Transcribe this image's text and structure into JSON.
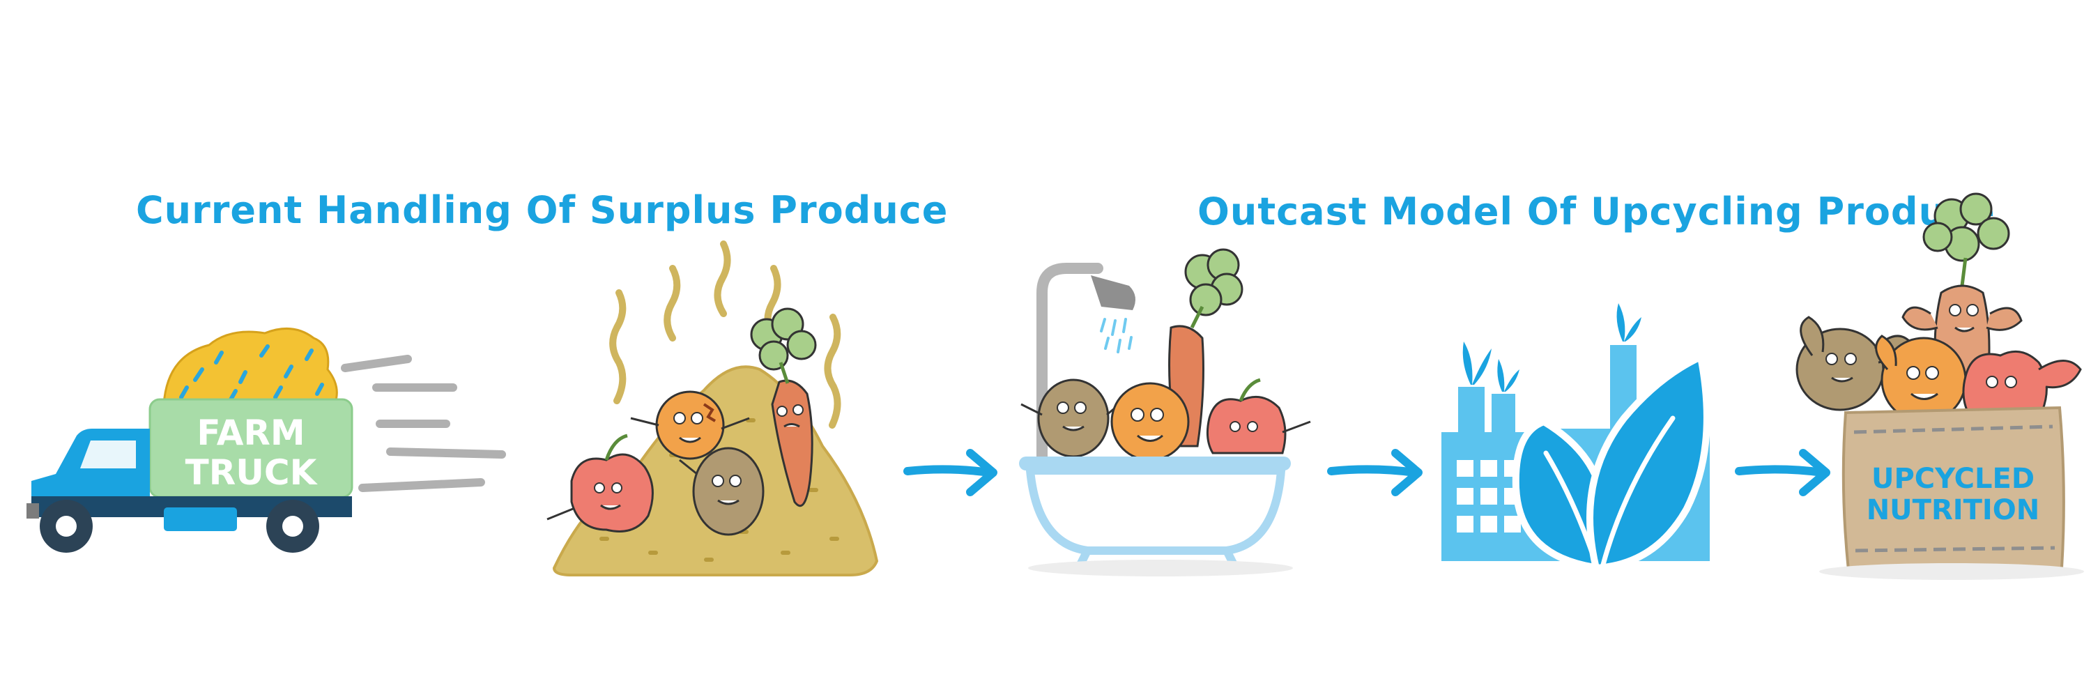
{
  "sections": {
    "current": {
      "title": "Current Handling Of Surplus Produce"
    },
    "outcast": {
      "title": "Outcast Model Of Upcycling Produce"
    }
  },
  "truck": {
    "line1": "FARM",
    "line2": "TRUCK"
  },
  "bag": {
    "line1": "UPCYCLED",
    "line2": "NUTRITION"
  },
  "icons": {
    "truck": "farm-truck-icon",
    "compost": "rotting-pile-icon",
    "wash": "bathtub-shower-icon",
    "factory": "factory-leaf-icon",
    "bag": "nutrition-sack-icon",
    "arrow": "right-arrow-icon"
  },
  "colors": {
    "accent_blue": "#1aa3e0",
    "truck_green": "#a8dca8",
    "pile_olive": "#d8bf6a",
    "sack_tan": "#d2b996",
    "factory_light_blue": "#5bc3ee"
  }
}
